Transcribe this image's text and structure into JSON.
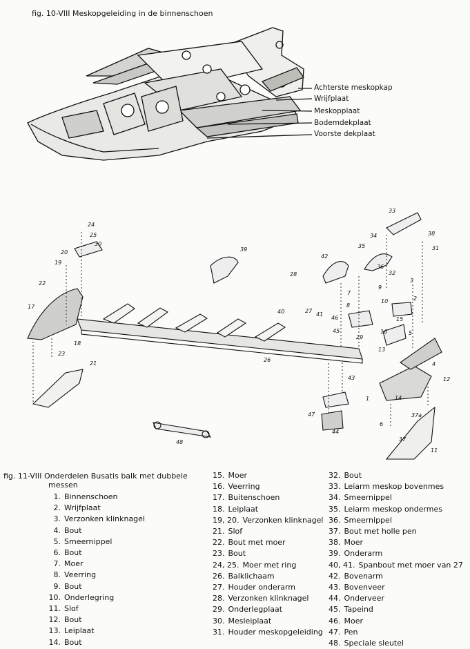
{
  "fig10": {
    "caption": "fig. 10-VIII  Meskopgeleiding in de binnenschoen",
    "labels": [
      "Achterste meskopkap",
      "Wrijfplaat",
      "Meskopplaat",
      "Bodemdekplaat",
      "Voorste dekplaat"
    ]
  },
  "fig11": {
    "caption_line1": "fig. 11-VIII  Onderdelen Busatis balk met dubbele",
    "caption_line2": "messen",
    "callouts": [
      "1",
      "2",
      "3",
      "4",
      "5",
      "6",
      "7",
      "8",
      "9",
      "10",
      "11",
      "12",
      "13",
      "14",
      "15",
      "16",
      "17",
      "18",
      "19",
      "20",
      "21",
      "22",
      "23",
      "24",
      "25",
      "26",
      "27",
      "28",
      "29",
      "30",
      "31",
      "32",
      "33",
      "34",
      "35",
      "36",
      "37",
      "37a",
      "38",
      "39",
      "40",
      "41",
      "42",
      "43",
      "44",
      "45",
      "46",
      "47",
      "48"
    ],
    "col1": [
      {
        "n": "1.",
        "t": "Binnenschoen"
      },
      {
        "n": "2.",
        "t": "Wrijfplaat"
      },
      {
        "n": "3.",
        "t": "Verzonken klinknagel"
      },
      {
        "n": "4.",
        "t": "Bout"
      },
      {
        "n": "5.",
        "t": "Smeernippel"
      },
      {
        "n": "6.",
        "t": "Bout"
      },
      {
        "n": "7.",
        "t": "Moer"
      },
      {
        "n": "8.",
        "t": "Veerring"
      },
      {
        "n": "9.",
        "t": "Bout"
      },
      {
        "n": "10.",
        "t": "Onderlegring"
      },
      {
        "n": "11.",
        "t": "Slof"
      },
      {
        "n": "12.",
        "t": "Bout"
      },
      {
        "n": "13.",
        "t": "Leiplaat"
      },
      {
        "n": "14.",
        "t": "Bout"
      }
    ],
    "col2": [
      {
        "n": "15.",
        "t": "Moer"
      },
      {
        "n": "16.",
        "t": "Veerring"
      },
      {
        "n": "17.",
        "t": "Buitenschoen"
      },
      {
        "n": "18.",
        "t": "Leiplaat"
      },
      {
        "n": "19, 20.",
        "t": "Verzonken klinknagel"
      },
      {
        "n": "21.",
        "t": "Slof"
      },
      {
        "n": "22.",
        "t": "Bout met moer"
      },
      {
        "n": "23.",
        "t": "Bout"
      },
      {
        "n": "24, 25.",
        "t": "Moer met ring"
      },
      {
        "n": "26.",
        "t": "Balklichaam"
      },
      {
        "n": "27.",
        "t": "Houder onderarm"
      },
      {
        "n": "28.",
        "t": "Verzonken klinknagel"
      },
      {
        "n": "29.",
        "t": "Onderlegplaat"
      },
      {
        "n": "30.",
        "t": "Mesleiplaat"
      },
      {
        "n": "31.",
        "t": "Houder meskopgeleiding"
      }
    ],
    "col3": [
      {
        "n": "32.",
        "t": "Bout"
      },
      {
        "n": "33.",
        "t": "Leiarm meskop bovenmes"
      },
      {
        "n": "34.",
        "t": "Smeernippel"
      },
      {
        "n": "35.",
        "t": "Leiarm meskop ondermes"
      },
      {
        "n": "36.",
        "t": "Smeernippel"
      },
      {
        "n": "37.",
        "t": "Bout met holle pen"
      },
      {
        "n": "38.",
        "t": "Moer"
      },
      {
        "n": "39.",
        "t": "Onderarm"
      },
      {
        "n": "40, 41.",
        "t": "Spanbout met moer van 27"
      },
      {
        "n": "42.",
        "t": "Bovenarm"
      },
      {
        "n": "43.",
        "t": "Bovenveer"
      },
      {
        "n": "44.",
        "t": "Onderveer"
      },
      {
        "n": "45.",
        "t": "Tapeind"
      },
      {
        "n": "46.",
        "t": "Moer"
      },
      {
        "n": "47.",
        "t": "Pen"
      },
      {
        "n": "48.",
        "t": "Speciale sleutel"
      }
    ]
  }
}
